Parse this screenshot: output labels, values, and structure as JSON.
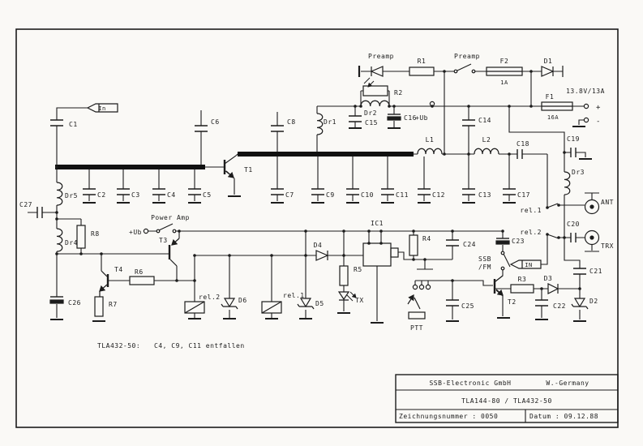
{
  "title_block": {
    "company": "SSB-Electronic GmbH",
    "country": "W.-Germany",
    "model": "TLA144-80 / TLA432-50",
    "drawing_number": "Zeichnungsnummer : 0050",
    "date": "Datum : 09.12.88"
  },
  "note": {
    "prefix": "TLA432-50:",
    "body": "C4, C9, C11 entfallen"
  },
  "supply": {
    "rating": "13.8V/13A",
    "plus": "+",
    "minus": "-"
  },
  "labels": {
    "in_tag": "In",
    "in2": "IN",
    "c1": "C1",
    "c2": "C2",
    "c3": "C3",
    "c4": "C4",
    "c5": "C5",
    "c6": "C6",
    "c7": "C7",
    "c8": "C8",
    "c9": "C9",
    "c10": "C10",
    "c11": "C11",
    "c12": "C12",
    "c13": "C13",
    "c14": "C14",
    "c15": "C15",
    "c16": "C16",
    "c17": "C17",
    "c18": "C18",
    "c19": "C19",
    "c20": "C20",
    "c21": "C21",
    "c22": "C22",
    "c23": "C23",
    "c24": "C24",
    "c25": "C25",
    "c26": "C26",
    "c27": "C27",
    "dr1": "Dr1",
    "dr2": "Dr2",
    "dr3": "Dr3",
    "dr4": "Dr4",
    "dr5": "Dr5",
    "l1": "L1",
    "l2": "L2",
    "r1": "R1",
    "r2": "R2",
    "r3": "R3",
    "r4": "R4",
    "r5": "R5",
    "r6": "R6",
    "r7": "R7",
    "r8": "R8",
    "d1": "D1",
    "d2": "D2",
    "d3": "D3",
    "d4": "D4",
    "d5": "D5",
    "d6": "D6",
    "t1": "T1",
    "t2": "T2",
    "t3": "T3",
    "t4": "T4",
    "ic1": "IC1",
    "f1": "F1",
    "f1_rating": "16A",
    "f2": "F2",
    "f2_rating": "1A",
    "preamp_led": "Preamp",
    "preamp_switch": "Preamp",
    "power_amp": "Power Amp",
    "ub_top": "+Ub",
    "ub_ctl": "+Ub",
    "ssb": "SSB",
    "fm": "/FM",
    "tx": "TX",
    "ptt": "PTT",
    "ant": "ANT",
    "trx": "TRX",
    "rel1_switch": "rel.1",
    "rel2_switch": "rel.2",
    "rel1_coil": "rel.1",
    "rel2_coil": "rel.2"
  }
}
